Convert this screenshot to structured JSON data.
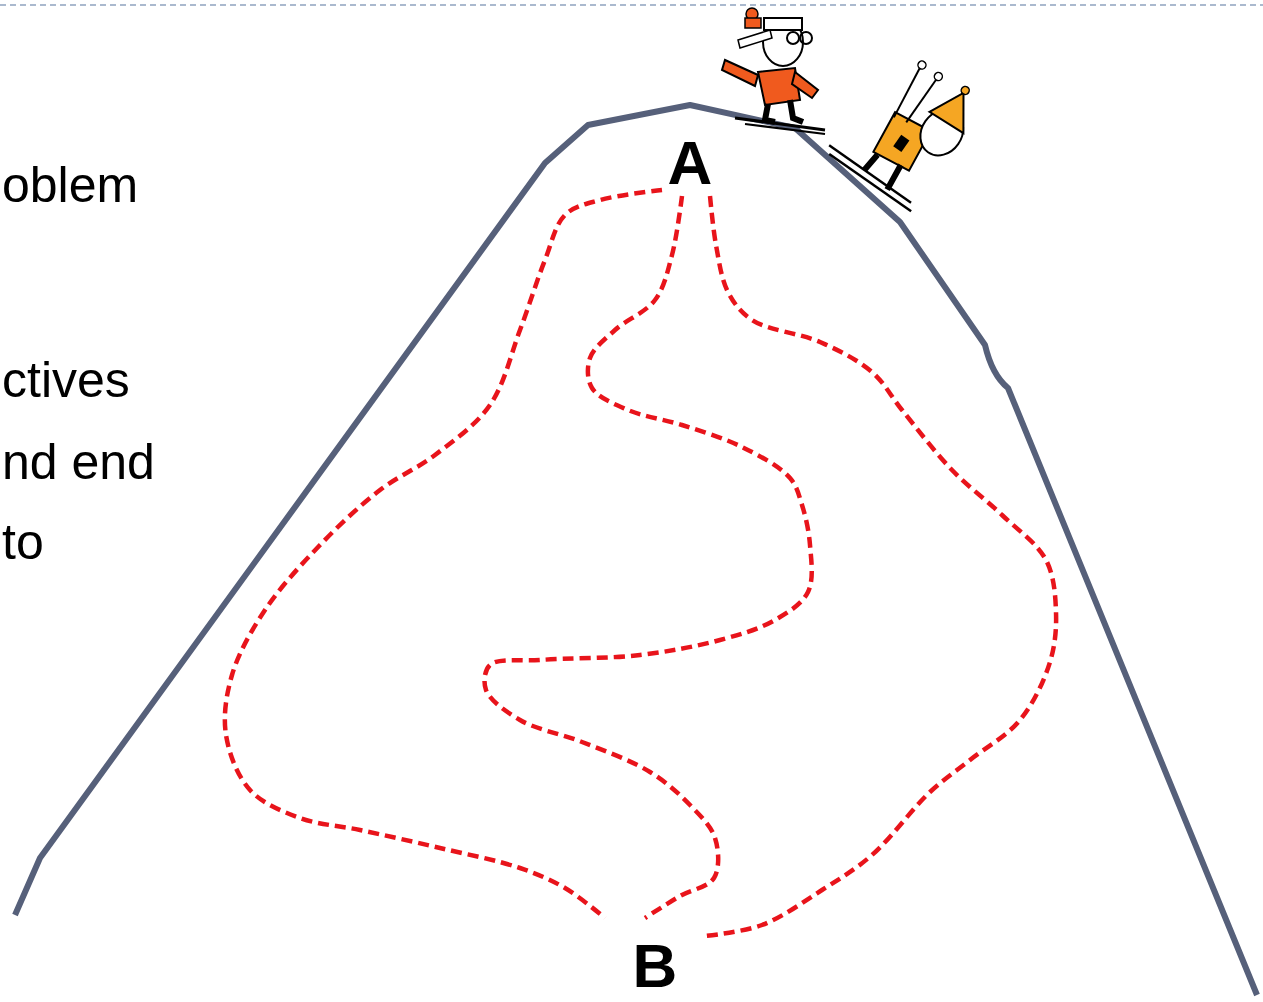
{
  "diagram": {
    "labels": [
      "oblem",
      "ctives",
      "nd end",
      "to",
      "A",
      "B"
    ]
  }
}
